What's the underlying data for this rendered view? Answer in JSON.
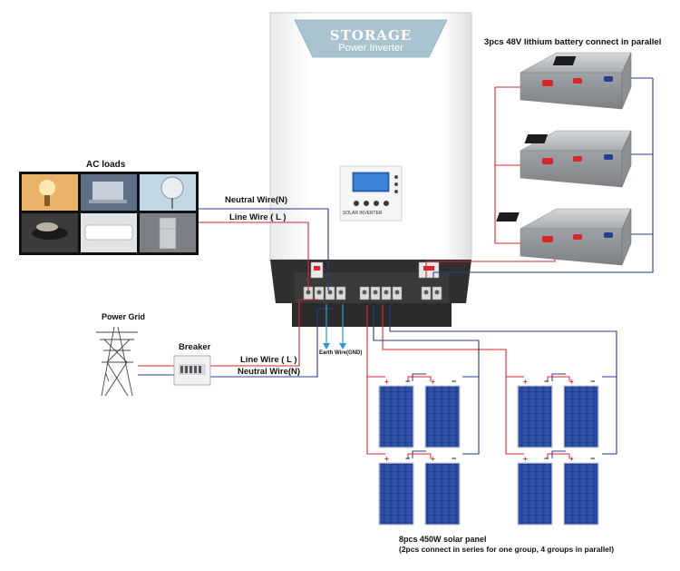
{
  "inverter": {
    "brand_line1": "STORAGE",
    "brand_line2": "Power Inverter",
    "panel_label": "SOLAR INVERTER"
  },
  "labels": {
    "battery_title": "3pcs 48V lithium battery connect in parallel",
    "ac_loads": "AC loads",
    "power_grid": "Power Grid",
    "breaker": "Breaker",
    "neutral_wire_top": "Neutral Wire(N)",
    "line_wire_top": "Line Wire ( L )",
    "line_wire_bottom": "Line Wire ( L )",
    "neutral_wire_bottom": "Neutral Wire(N)",
    "earth_wire": "Earth Wire(GND)",
    "solar_title": "8pcs 450W solar panel",
    "solar_subtitle": "(2pcs connect in series for one group, 4 groups in parallel)"
  },
  "colors": {
    "positive_wire": "#d9262b",
    "negative_wire": "#2b3a8f",
    "earth_wire": "#2d9ad8",
    "inverter_body": "#ffffff",
    "inverter_bottom": "#2b2b2b",
    "battery_body": "#b9bcc0",
    "solar_panel": "#23408f"
  }
}
